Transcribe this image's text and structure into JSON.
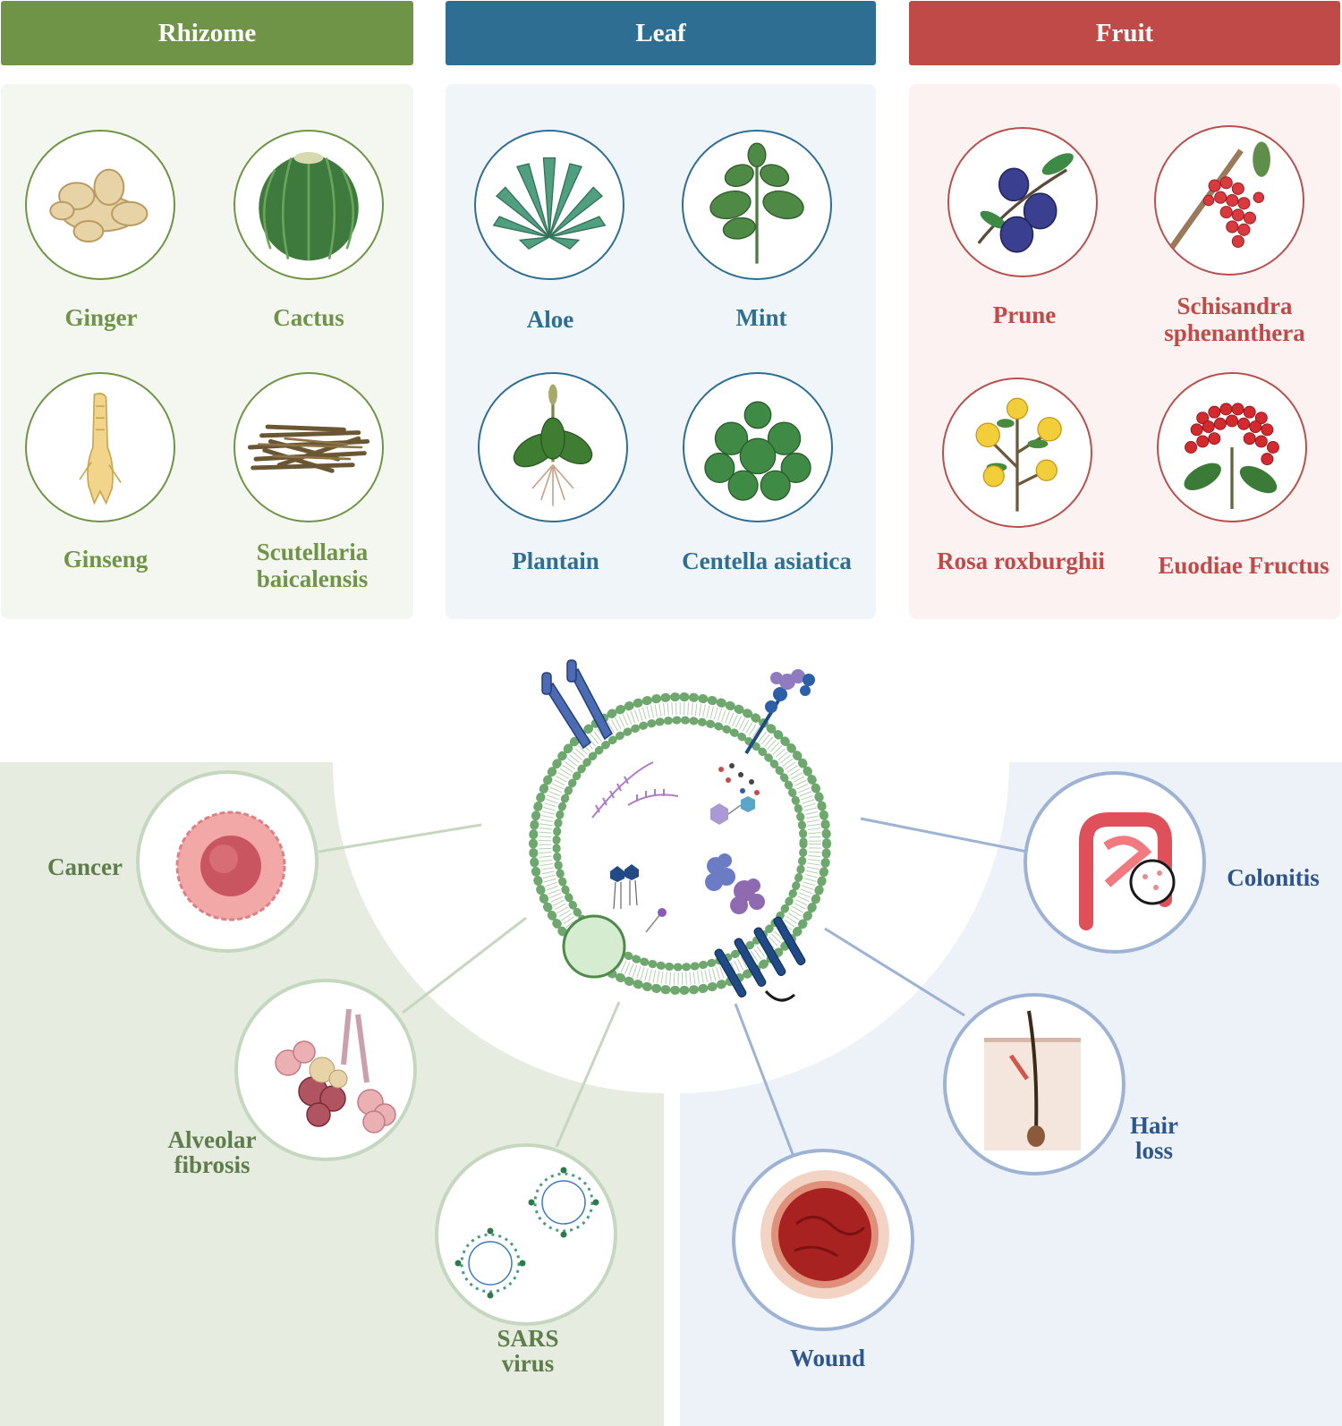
{
  "categories": {
    "rhizome": {
      "title": "Rhizome",
      "color": "#6f9447",
      "panel_color": "#f4f7f0",
      "items": [
        "Ginger",
        "Cactus",
        "Ginseng",
        "Scutellaria baicalensis"
      ]
    },
    "leaf": {
      "title": "Leaf",
      "color": "#2f6e93",
      "panel_color": "#f0f5fa",
      "items": [
        "Aloe",
        "Mint",
        "Plantain",
        "Centella asiatica"
      ]
    },
    "fruit": {
      "title": "Fruit",
      "color": "#c04a47",
      "panel_color": "#fdf2f2",
      "items": [
        "Prune",
        "Schisandra sphenanthera",
        "Rosa roxburghii",
        "Euodiae Fructus"
      ]
    }
  },
  "diseases": {
    "left": [
      "Cancer",
      "Alveolar fibrosis",
      "SARS virus"
    ],
    "right": [
      "Colonitis",
      "Hair loss",
      "Wound"
    ],
    "left_color": "#e6ecdf",
    "right_color": "#edf2f9"
  },
  "center_icon": "plant-derived-vesicle-icon"
}
